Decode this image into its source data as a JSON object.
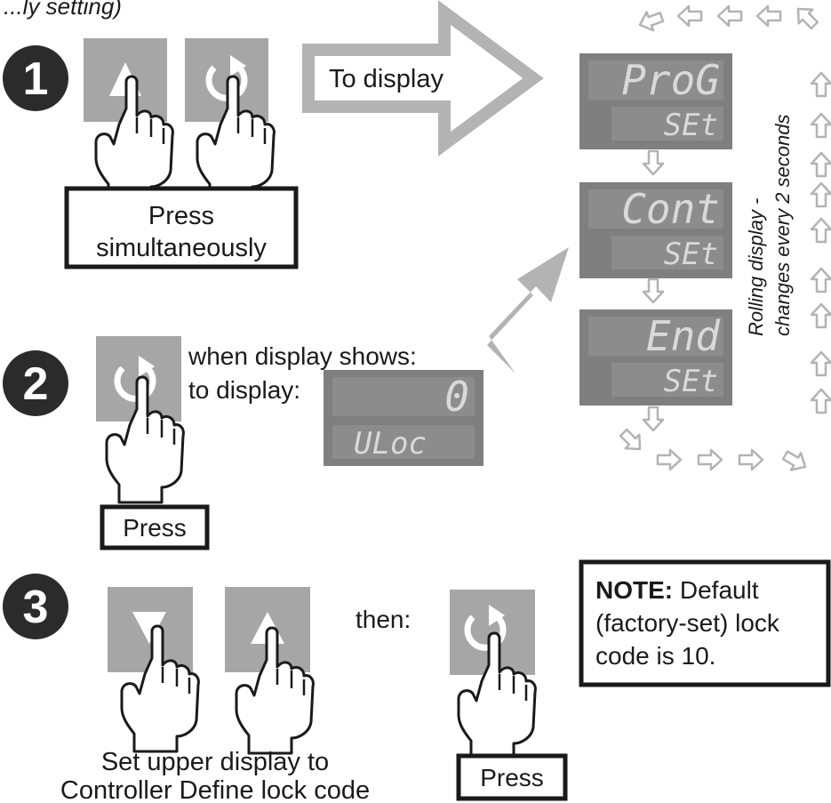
{
  "header": {
    "partial_text": "...ly setting)"
  },
  "step1": {
    "number": "1",
    "buttons": [
      {
        "icon": "up-arrow-icon"
      },
      {
        "icon": "cycle-arrow-icon"
      }
    ],
    "label_line1": "Press",
    "label_line2": "simultaneously",
    "arrow_text": "To display"
  },
  "rolling_display": {
    "screens": [
      {
        "upper": "ProG",
        "lower": "SEt"
      },
      {
        "upper": "Cont",
        "lower": "SEt"
      },
      {
        "upper": "End",
        "lower": "SEt"
      }
    ],
    "caption_line1": "Rolling display -",
    "caption_line2": "changes every 2 seconds"
  },
  "step2": {
    "number": "2",
    "text_line1": "when display shows:",
    "text_line2": "to display:",
    "press_label": "Press",
    "screen": {
      "upper": "0",
      "lower": "ULoc"
    }
  },
  "step3": {
    "number": "3",
    "buttons": [
      {
        "icon": "down-arrow-icon"
      },
      {
        "icon": "up-arrow-icon"
      }
    ],
    "then_label": "then:",
    "press_label": "Press",
    "caption_line1": "Set upper display to",
    "caption_line2": "Controller Define lock code"
  },
  "note": {
    "bold": "NOTE:",
    "line1": " Default",
    "line2": "(factory-set) lock",
    "line3": "code is 10."
  },
  "colors": {
    "button_bg": "#a6a6a6",
    "display_bg": "#7f7f7f",
    "segment": "#d9d9d9",
    "arrow": "#b3b3b3"
  }
}
